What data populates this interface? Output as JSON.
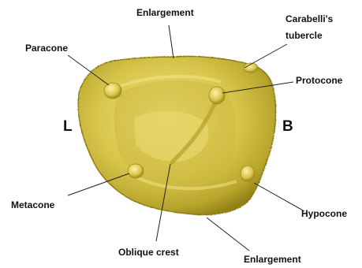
{
  "labels": {
    "enlargement_top": "Enlargement",
    "carabelli_line1": "Carabelli's",
    "carabelli_line2": "tubercle",
    "paracone": "Paracone",
    "protocone": "Protocone",
    "metacone": "Metacone",
    "hypocone": "Hypocone",
    "oblique_crest": "Oblique crest",
    "enlargement_bottom": "Enlargement"
  },
  "sides": {
    "left": "L",
    "right": "B"
  },
  "colors": {
    "tooth_fill": "#d6c646",
    "tooth_shadow": "#9a8a1a",
    "tooth_highlight": "#f0e47a",
    "leader_line": "#222222",
    "text": "#111111"
  }
}
